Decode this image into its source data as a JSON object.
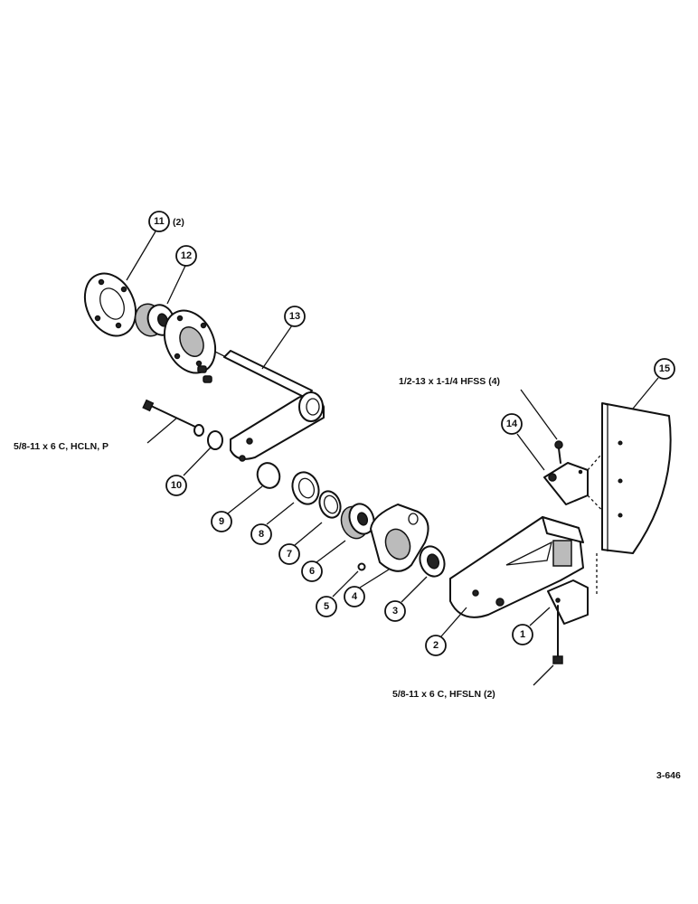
{
  "callouts": {
    "c1": "1",
    "c2": "2",
    "c3": "3",
    "c4": "4",
    "c5": "5",
    "c6": "6",
    "c7": "7",
    "c8": "8",
    "c9": "9",
    "c10": "10",
    "c11": "11",
    "c11_qty": "(2)",
    "c12": "12",
    "c13": "13",
    "c14": "14",
    "c15": "15"
  },
  "labels": {
    "bolt_top_right": "1/2-13 x 1-1/4 HFSS (4)",
    "bolt_left": "5/8-11 x 6 C, HCLN, P",
    "bolt_bottom_right": "5/8-11 x 6 C, HFSLN (2)",
    "figure_number": "3-646"
  }
}
